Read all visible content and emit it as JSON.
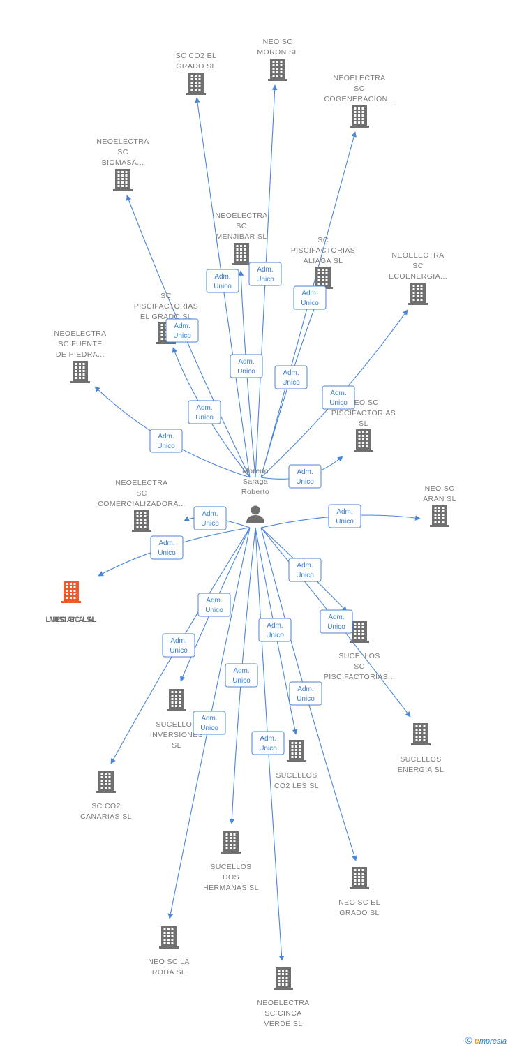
{
  "colors": {
    "edge": "#4a86d8",
    "building": "#707070",
    "focus": "#f05a28",
    "person": "#6e6e6e",
    "label": "#7a7a7a"
  },
  "center": {
    "name_lines": [
      "Moreno",
      "Saraga",
      "Roberto"
    ]
  },
  "nodes": [
    {
      "id": "neo-sc-moron",
      "lines": [
        "NEO SC",
        "MORON  SL"
      ]
    },
    {
      "id": "sc-co2-el-grado",
      "lines": [
        "SC CO2 EL",
        "GRADO  SL"
      ]
    },
    {
      "id": "neoelectra-sc-cogeneracion",
      "lines": [
        "NEOELECTRA",
        "SC",
        "COGENERACION..."
      ]
    },
    {
      "id": "neoelectra-sc-biomasa",
      "lines": [
        "NEOELECTRA",
        "SC",
        "BIOMASA..."
      ]
    },
    {
      "id": "neoelectra-sc-menjibar",
      "lines": [
        "NEOELECTRA",
        "SC",
        "MENJIBAR  SL"
      ]
    },
    {
      "id": "sc-piscifactorias-aliaga",
      "lines": [
        "SC",
        "PISCIFACTORIAS",
        "ALIAGA  SL"
      ]
    },
    {
      "id": "neoelectra-sc-ecoenergia",
      "lines": [
        "NEOELECTRA",
        "SC",
        "ECOENERGIA..."
      ]
    },
    {
      "id": "sc-piscifactorias-el-grado",
      "lines": [
        "SC",
        "PISCIFACTORIAS",
        "EL GRADO  SL"
      ]
    },
    {
      "id": "neoelectra-sc-fuente-de-piedra",
      "lines": [
        "NEOELECTRA",
        "SC FUENTE",
        "DE PIEDRA..."
      ]
    },
    {
      "id": "neo-sc-piscifactorias",
      "lines": [
        "NEO SC",
        "PISCIFACTORIAS",
        "SL"
      ]
    },
    {
      "id": "neoelectra-sc-comercializadora",
      "lines": [
        "NEOELECTRA",
        "SC",
        "COMERCIALIZADORA..."
      ]
    },
    {
      "id": "neo-sc-aran",
      "lines": [
        "NEO SC",
        "ARAN  SL"
      ]
    },
    {
      "id": "neo-sc-la-luisiana",
      "lines": [
        "NEO SC LA",
        "LUISIANA  SL"
      ],
      "focus": true
    },
    {
      "id": "sucellos-sc-piscifactorias",
      "lines": [
        "SUCELLOS",
        "SC",
        "PISCIFACTORIAS..."
      ]
    },
    {
      "id": "sucellos-inversiones",
      "lines": [
        "SUCELLOS",
        "INVERSIONES",
        "SL"
      ]
    },
    {
      "id": "sucellos-energia",
      "lines": [
        "SUCELLOS",
        "ENERGIA  SL"
      ]
    },
    {
      "id": "sc-co2-canarias",
      "lines": [
        "SC CO2",
        "CANARIAS  SL"
      ]
    },
    {
      "id": "sucellos-co2-les",
      "lines": [
        "SUCELLOS",
        "CO2 LES  SL"
      ]
    },
    {
      "id": "sucellos-dos-hermanas",
      "lines": [
        "SUCELLOS",
        "DOS",
        "HERMANAS  SL"
      ]
    },
    {
      "id": "neo-sc-el-grado",
      "lines": [
        "NEO SC EL",
        "GRADO  SL"
      ]
    },
    {
      "id": "neo-sc-la-roda",
      "lines": [
        "NEO SC LA",
        "RODA  SL"
      ]
    },
    {
      "id": "neoelectra-sc-cinca-verde",
      "lines": [
        "NEOELECTRA",
        "SC CINCA",
        "VERDE  SL"
      ]
    }
  ],
  "edge_role": [
    "Adm.",
    "Unico"
  ],
  "footer": {
    "copyright": "©",
    "brand_initial": "e",
    "brand_rest": "mpresia"
  }
}
